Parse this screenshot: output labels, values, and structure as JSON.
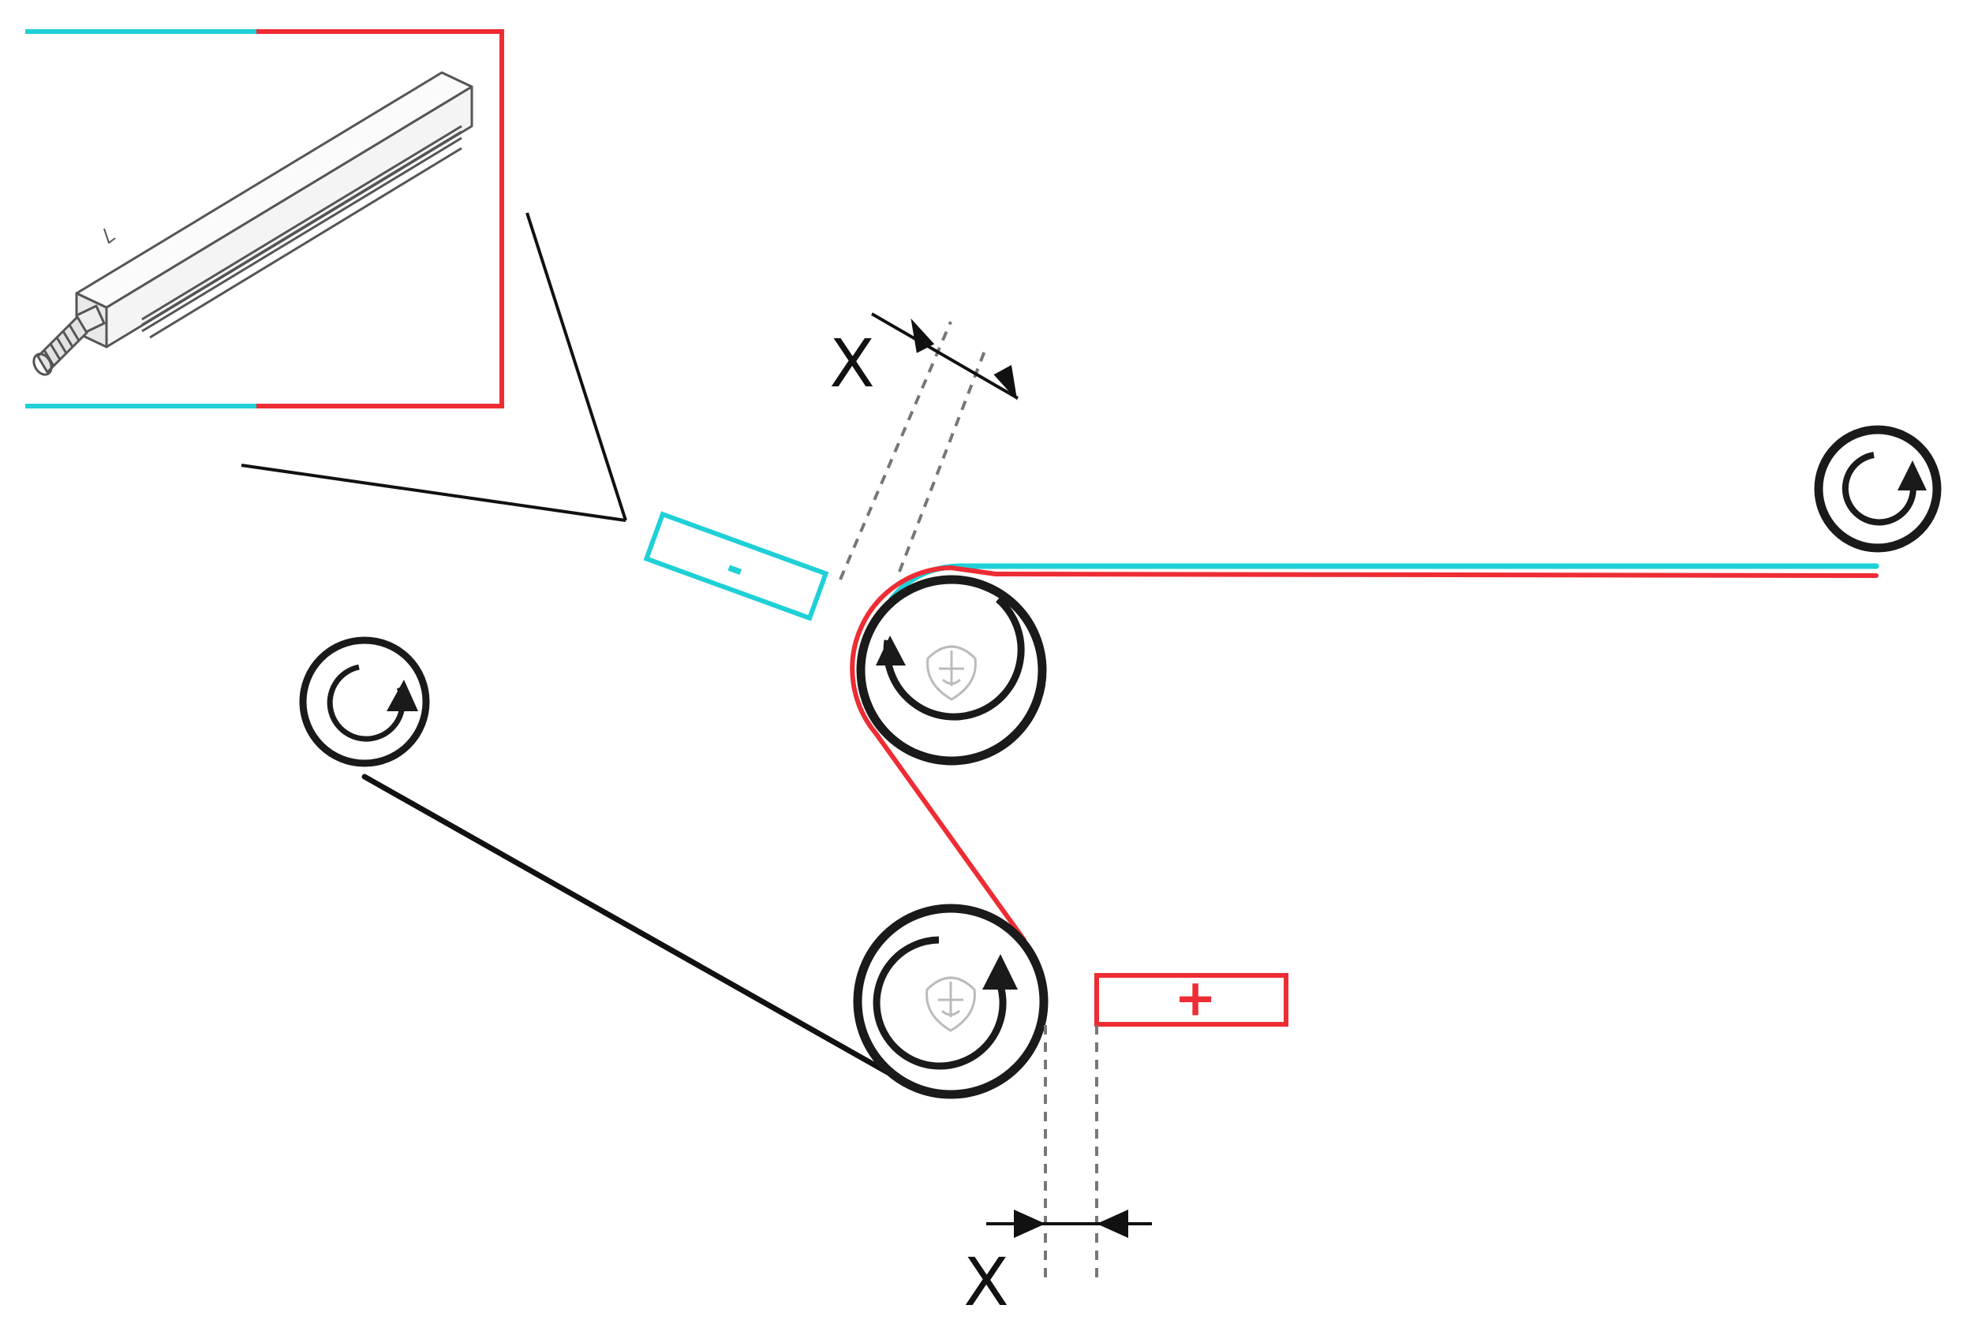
{
  "colors": {
    "negative": "#1fd0d6",
    "positive": "#ee2c34",
    "ink": "#111111",
    "roller_ink": "#1a1a1a",
    "guide": "#777777",
    "bar_line": "#555555",
    "hub": "#bbbbbb",
    "background": "#ffffff"
  },
  "labels": {
    "upper_gap": "X",
    "lower_gap": "X",
    "negative_sign": "-",
    "positive_sign": "+"
  },
  "icons": {
    "tape_bar": "bar-illustration",
    "roller_arrow": "rotation-arrow-icon",
    "roller_hub": "hub-emblem-icon"
  }
}
